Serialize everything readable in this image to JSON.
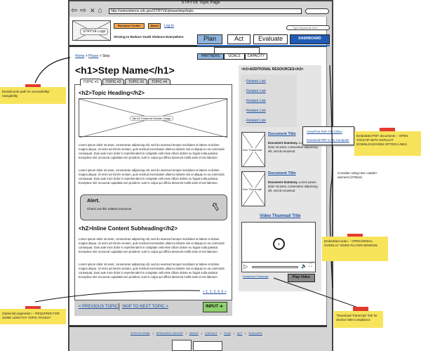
{
  "browser": {
    "title": "STRYVE Topic Page",
    "url": "http://vetoviolence.cdc.gov/STRYVE/phase/step/topic"
  },
  "header": {
    "logo": "STRYVE Logo",
    "resource_center": "Resource Center",
    "about": "About",
    "login": "Log In",
    "tagline": "Striving to Reduce Youth Violence Everywhere",
    "search_placeholder": "Type keywords here"
  },
  "nav": {
    "plan": "Plan",
    "act": "Act",
    "evaluate": "Evaluate",
    "dashboard": "DASHBOARD"
  },
  "subnav": {
    "partners": "PARTNERS",
    "goals": "GOALS",
    "capacity": "CAPACITY"
  },
  "breadcrumb": {
    "home": "Home",
    "phase": "Phase",
    "sep": ">",
    "step": "Step"
  },
  "main": {
    "h1": "<h1>Step Name</h1>",
    "tabs": [
      "TOPIC #1",
      "TOPIC #2",
      "TOPIC #3",
      "TOPIC #4"
    ],
    "h2": "<h2>Topic Heading</h2>",
    "featured_image": "Tab #1 Featured Header Image",
    "lorem": "Lorem ipsum dolor sit amet, consectetur adipiscing elit, sed do eiusmod tempor incididunt ut labore et dolore magna aliqua. Ut enim ad minim veniam, quis nostrud exercitation ullamco laboris nisi ut aliquip ex ea commodo consequat. Duis aute irure dolor in reprehenderit in voluptate velit esse cillum dolore eu fugiat nulla pariatur. Excepteur sint occaecat cupidatat non proident, sunt in culpa qui officia deserunt mollit anim id est laborum.",
    "alert_title": "Alert.",
    "alert_text": "Check out this related resource!",
    "h2_inline": "<h2>Inline Content Subheading</h2>",
    "pagination": "< 1, 2, 3, 4, 5 >",
    "prev": "< PREVIOUS TOPIC",
    "next": "SKIP TO NEXT TOPIC >",
    "input": "INPUT"
  },
  "sidebar": {
    "heading": "<h3>ADDITIONAL RESOURCES</h3>",
    "links": [
      "Related Link",
      "Related Link",
      "Related Link",
      "Related Link",
      "Related Link"
    ],
    "docs": [
      {
        "thumb": "Doc Thumbnail",
        "title": "Document Title",
        "summary_label": "Document Summary.",
        "summary": "Lorem ipsum dolor sit amet, consectetur adipiscing elit, sed do eiusmod"
      },
      {
        "thumb": "Doc Thumbnail",
        "title": "Document Title",
        "summary_label": "Document Summary.",
        "summary": "Lorem ipsum dolor sit amet, consectetur adipiscing elit, sed do eiusmod"
      }
    ],
    "tooltip": {
      "view": "View/Print PDF File Online",
      "download": "Download PDF to My Computer"
    },
    "video_title": "Video Thumnail Title",
    "transcript": "Download Transcript",
    "play": "Play Video"
  },
  "footer": {
    "links": [
      "STRYVE HOME",
      "RESOURCE CENTER",
      "ABOUT",
      "CONTACT",
      "PLAN",
      "ACT",
      "EVALUATE"
    ]
  },
  "notes": {
    "breadcrumb": "Breadcrumb path for accessibility/ navigability",
    "pagination": "(Optional) pagination -- REQUIRED FOR SOME LENGTHY TOPIC PAGES?",
    "pdf": "Embedded PDF documents -- OPEN TOOLTIP WITH EXPLICIT DOWNLOAD/VIEW OPTION LINKS",
    "aside": "Consider using new <aside> element (HTML5)",
    "video": "Embedded video -- OPEN MODAL OVERLAY VIDEO PLAYER WINDOW",
    "transcript": "\"Download Transcript\" link for Section 508 Compliance"
  },
  "colors": {
    "accent_blue": "#1a4fa0",
    "plan_active": "#8fb6e0",
    "dashboard": "#1f5bb5",
    "orange": "#f5a850",
    "input_green": "#8fd16a",
    "sticky": "#f7e45a"
  }
}
